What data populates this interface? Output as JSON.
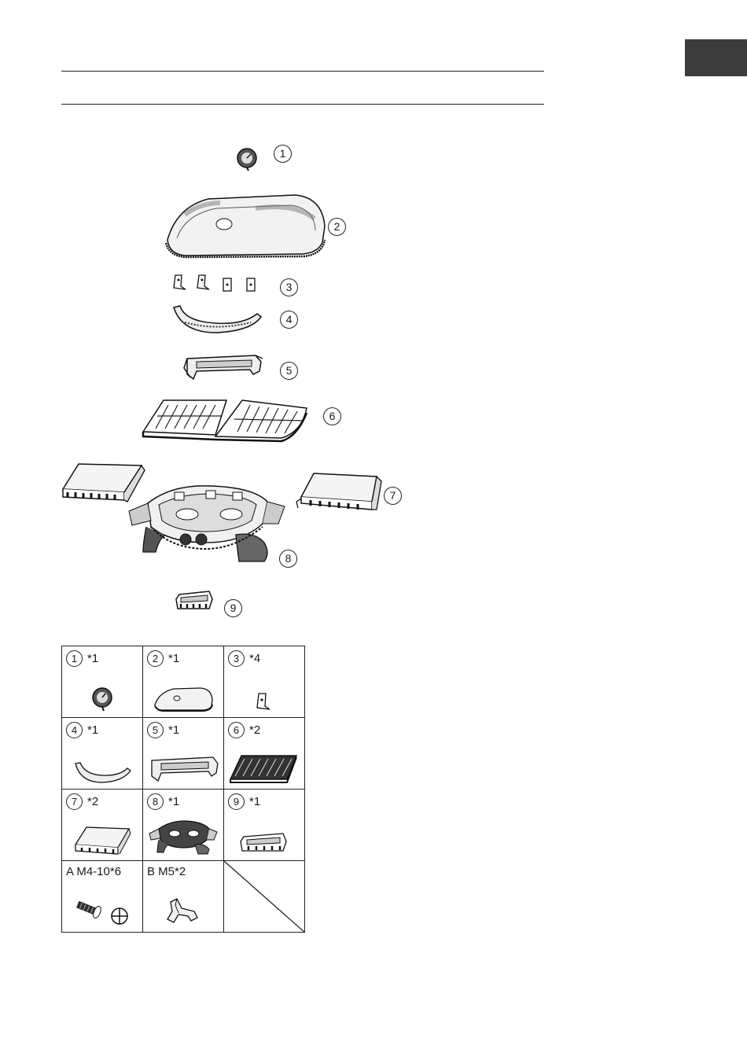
{
  "parts": [
    {
      "num": "1",
      "qty": "*1"
    },
    {
      "num": "2",
      "qty": "*1"
    },
    {
      "num": "3",
      "qty": "*4"
    },
    {
      "num": "4",
      "qty": "*1"
    },
    {
      "num": "5",
      "qty": "*1"
    },
    {
      "num": "6",
      "qty": "*2"
    },
    {
      "num": "7",
      "qty": "*2"
    },
    {
      "num": "8",
      "qty": "*1"
    },
    {
      "num": "9",
      "qty": "*1"
    }
  ],
  "hardware": [
    {
      "label": "A M4-10*6"
    },
    {
      "label": "B M5*2"
    }
  ],
  "colors": {
    "tab": "#3c3c3c",
    "line": "#222222"
  }
}
